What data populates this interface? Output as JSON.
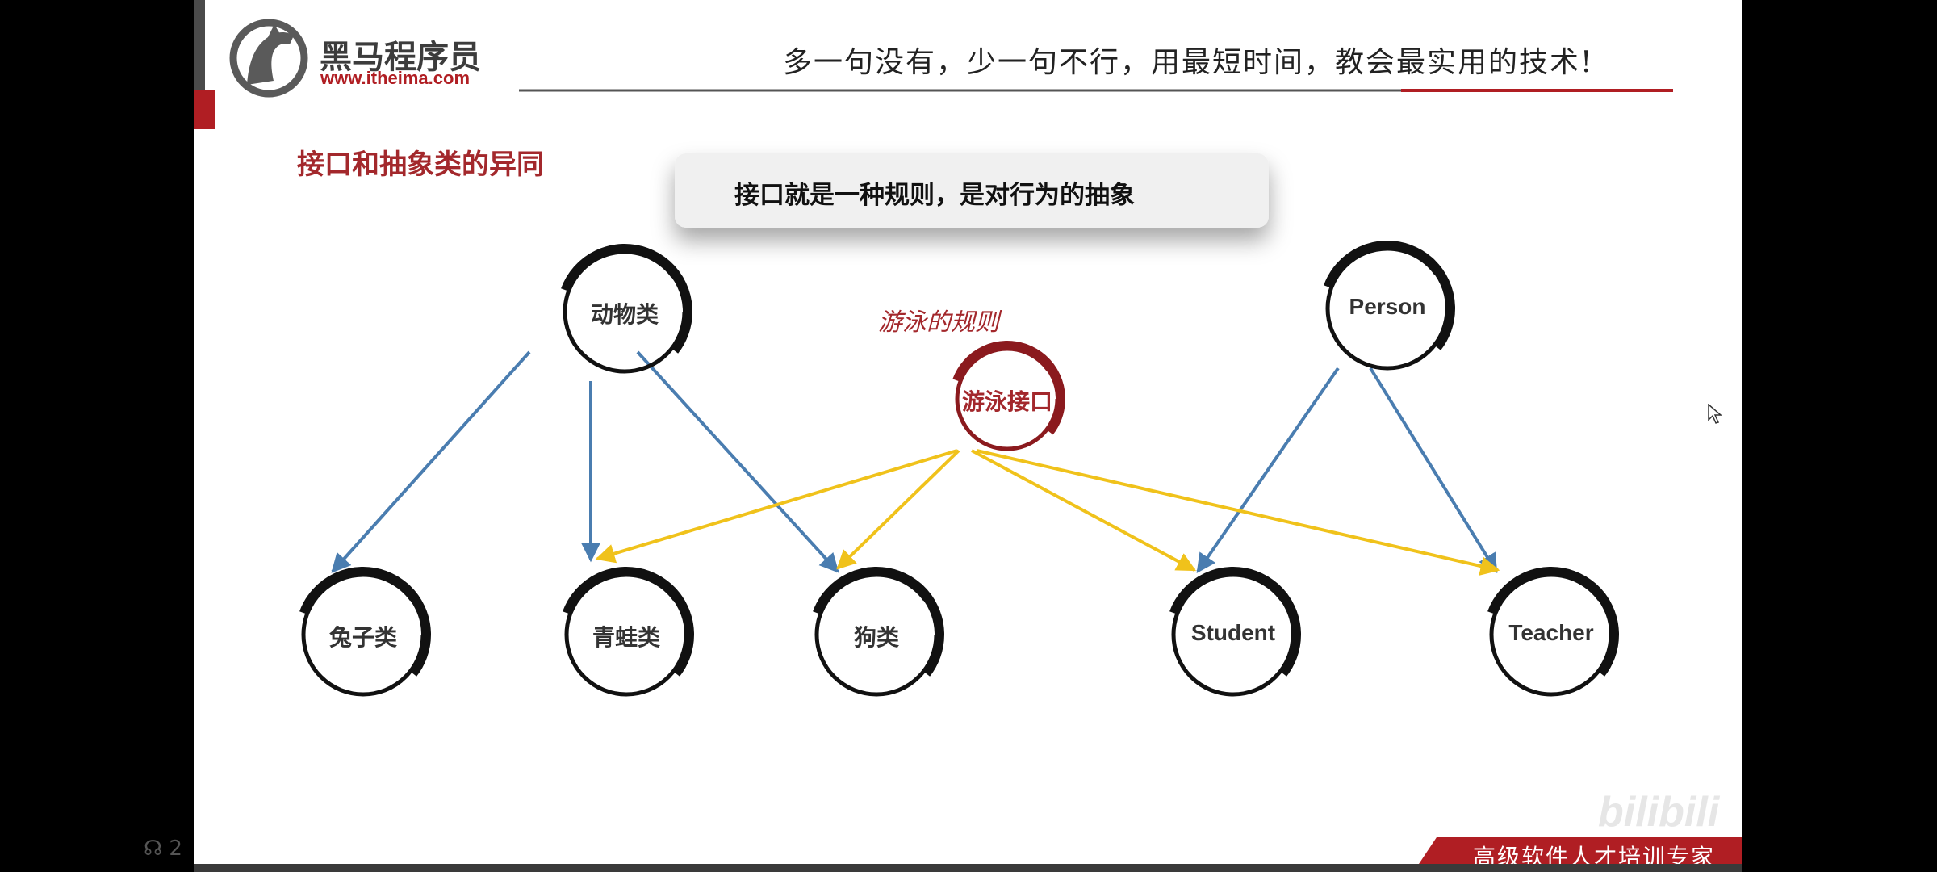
{
  "slide": {
    "logo": {
      "name": "黑马程序员",
      "url": "www.itheima.com"
    },
    "slogan": "多一句没有，少一句不行，用最短时间，教会最实用的技术!",
    "section_title": "接口和抽象类的异同",
    "callout": "接口就是一种规则，是对行为的抽象",
    "rule_caption": "游泳的规则",
    "footer": "高级软件人才培训专家",
    "watermark": "bilibili"
  },
  "diagram": {
    "nodes": [
      {
        "id": "animal",
        "label": "动物类"
      },
      {
        "id": "person",
        "label": "Person"
      },
      {
        "id": "swim",
        "label": "游泳接口"
      },
      {
        "id": "rabbit",
        "label": "兔子类"
      },
      {
        "id": "frog",
        "label": "青蛙类"
      },
      {
        "id": "dog",
        "label": "狗类"
      },
      {
        "id": "student",
        "label": "Student"
      },
      {
        "id": "teacher",
        "label": "Teacher"
      }
    ],
    "inherit_edges": [
      [
        "animal",
        "rabbit"
      ],
      [
        "animal",
        "frog"
      ],
      [
        "animal",
        "dog"
      ],
      [
        "person",
        "student"
      ],
      [
        "person",
        "teacher"
      ]
    ],
    "implement_edges": [
      [
        "swim",
        "frog"
      ],
      [
        "swim",
        "dog"
      ],
      [
        "swim",
        "student"
      ],
      [
        "swim",
        "teacher"
      ]
    ]
  },
  "player": {
    "viewer_count": "2"
  },
  "colors": {
    "brand_red": "#b01e23",
    "title_red": "#a3282c",
    "inherit_blue": "#4a7db0",
    "implement_yellow": "#f0c21b",
    "ring": "#111111"
  }
}
